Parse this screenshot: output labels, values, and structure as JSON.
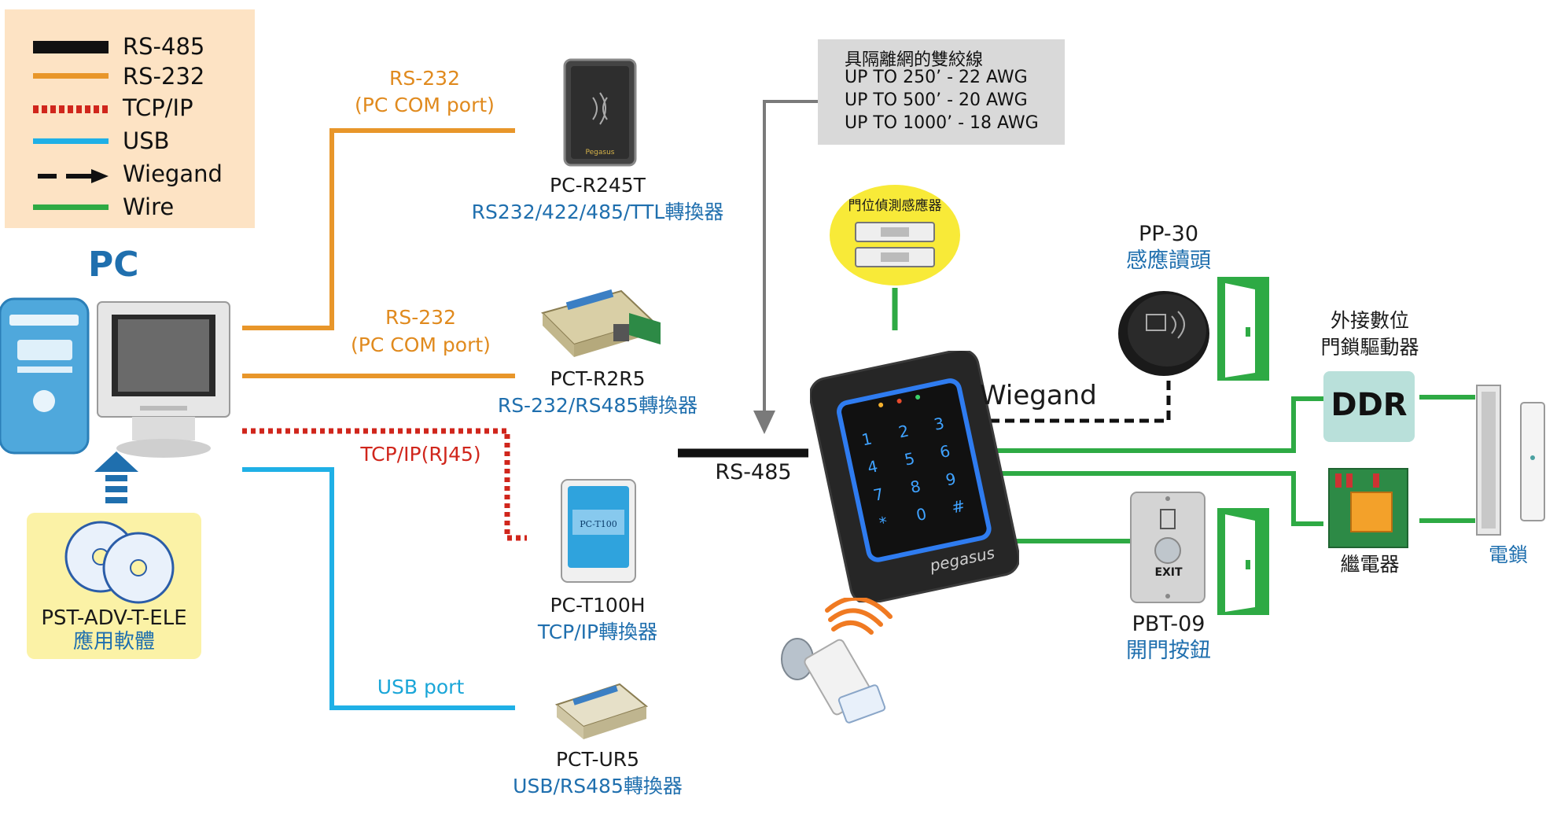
{
  "legend": [
    {
      "label": "RS-485",
      "color": "#111111",
      "style": "solid-thick"
    },
    {
      "label": "RS-232",
      "color": "#e8962a",
      "style": "solid"
    },
    {
      "label": "TCP/IP",
      "color": "#d0261c",
      "style": "dotted"
    },
    {
      "label": "USB",
      "color": "#1fb0e6",
      "style": "solid"
    },
    {
      "label": "Wiegand",
      "color": "#111111",
      "style": "dashed-arrow"
    },
    {
      "label": "Wire",
      "color": "#2eaa44",
      "style": "solid"
    }
  ],
  "pc": {
    "title": "PC",
    "icon": "pc-tower-monitor-icon"
  },
  "software": {
    "name": "PST-ADV-T-ELE",
    "desc": "應用軟體",
    "icon": "cd-disc-icon"
  },
  "links": {
    "rs232_1": {
      "line1": "RS-232",
      "line2": "(PC COM port)"
    },
    "rs232_2": {
      "line1": "RS-232",
      "line2": "(PC COM port)"
    },
    "tcpip": {
      "label": "TCP/IP(RJ45)"
    },
    "usb": {
      "label": "USB port"
    }
  },
  "converters": [
    {
      "model": "PC-R245T",
      "desc": "RS232/422/485/TTL轉換器",
      "icon": "converter-box-icon"
    },
    {
      "model": "PCT-R2R5",
      "desc": "RS-232/RS485轉換器",
      "icon": "serial-adapter-icon"
    },
    {
      "model": "PC-T100H",
      "desc": "TCP/IP轉換器",
      "icon": "network-box-icon"
    },
    {
      "model": "PCT-UR5",
      "desc": "USB/RS485轉換器",
      "icon": "usb-adapter-icon"
    }
  ],
  "spec": {
    "title": "具隔離網的雙絞線",
    "lines": [
      "UP TO 250’ - 22 AWG",
      "UP TO 500’ - 20 AWG",
      "UP TO 1000’ - 18 AWG"
    ]
  },
  "bus_label": "RS-485",
  "door_sensor": {
    "label": "門位偵測感應器",
    "icon": "magnetic-door-sensor-icon"
  },
  "keypad": {
    "brand": "pegasus",
    "keys": [
      "1",
      "2",
      "3",
      "4",
      "5",
      "6",
      "7",
      "8",
      "9",
      "*",
      "0",
      "#"
    ],
    "icon": "keypad-reader-icon"
  },
  "wiegand_label": "Wiegand",
  "reader": {
    "model": "PP-30",
    "desc": "感應讀頭",
    "icon": "proximity-reader-icon"
  },
  "exit_button": {
    "model": "PBT-09",
    "desc": "開門按鈕",
    "exit_text": "EXIT",
    "icon": "exit-button-icon"
  },
  "ddr": {
    "caption_line1": "外接數位",
    "caption_line2": "門鎖驅動器",
    "label": "DDR"
  },
  "relay": {
    "label": "繼電器",
    "icon": "relay-board-icon"
  },
  "lock": {
    "label": "電鎖",
    "icon": "magnetic-lock-icon"
  },
  "cards": {
    "icon": "rfid-cards-icon"
  },
  "colors": {
    "orange": "#e8962a",
    "red": "#d0261c",
    "cyan": "#1fb0e6",
    "green": "#2eaa44",
    "blue_text": "#1f6fae",
    "legend_bg": "#fde3c4",
    "spec_bg": "#d9d9d9",
    "ddr_bg": "#b9e0da",
    "software_bg": "#fbf2a6",
    "sensor_bg": "#f8ea38"
  }
}
